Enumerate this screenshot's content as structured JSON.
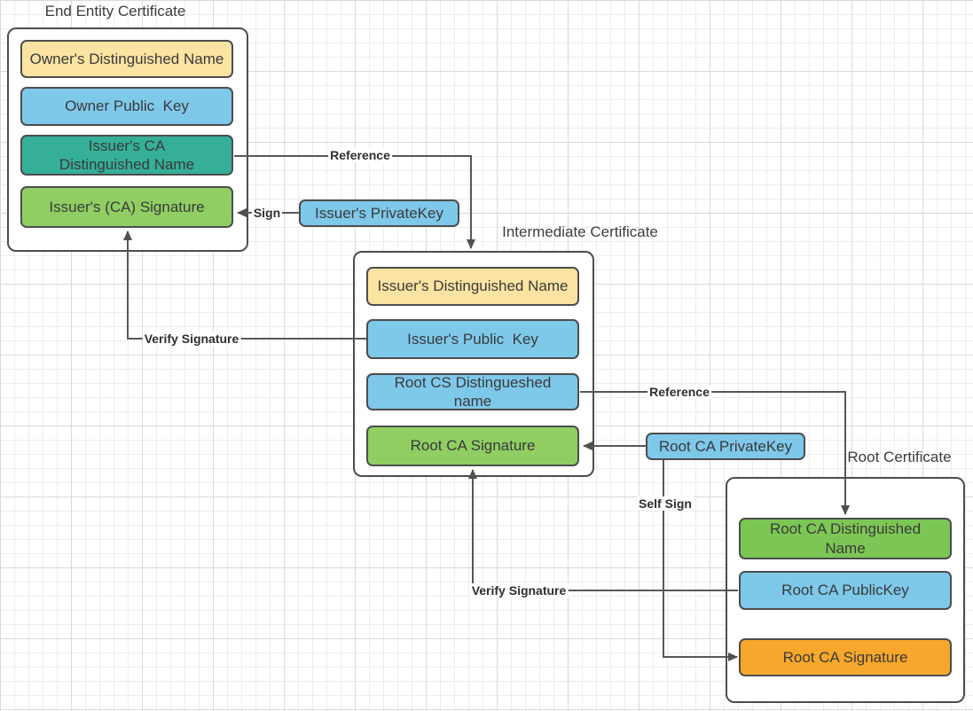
{
  "colors": {
    "yellow": "#fbe3a1",
    "blue": "#7ec8ea",
    "teal": "#35af97",
    "green": "#90ce63",
    "green_root": "#7cc655",
    "orange": "#f7a72b",
    "line": "#575757",
    "border": "#4d4d4d"
  },
  "certificates": {
    "end_entity": {
      "title": "End Entity Certificate",
      "fields": [
        {
          "label": "Owner's Distinguished Name",
          "color": "yellow"
        },
        {
          "label": "Owner Public  Key",
          "color": "blue"
        },
        {
          "label": "Issuer's CA Distinguished Name",
          "color": "teal"
        },
        {
          "label": "Issuer's (CA) Signature",
          "color": "green"
        }
      ]
    },
    "intermediate": {
      "title": "Intermediate Certificate",
      "fields": [
        {
          "label": "Issuer's Distinguished Name",
          "color": "yellow"
        },
        {
          "label": "Issuer's Public  Key",
          "color": "blue"
        },
        {
          "label": "Root CS Distingueshed name",
          "color": "blue"
        },
        {
          "label": "Root CA Signature",
          "color": "green"
        }
      ]
    },
    "root": {
      "title": "Root Certificate",
      "fields": [
        {
          "label": "Root CA Distinguished Name",
          "color": "green_root"
        },
        {
          "label": "Root CA PublicKey",
          "color": "blue"
        },
        {
          "label": "Root CA Signature",
          "color": "orange"
        }
      ]
    }
  },
  "keys": {
    "issuer_private_key": "Issuer's PrivateKey",
    "root_private_key": "Root CA PrivateKey"
  },
  "connectors": {
    "reference_top": "Reference",
    "sign": "Sign",
    "verify_signature_left": "Verify Signature",
    "reference_right": "Reference",
    "self_sign": "Self Sign",
    "verify_signature_bottom": "Verify Signature"
  }
}
